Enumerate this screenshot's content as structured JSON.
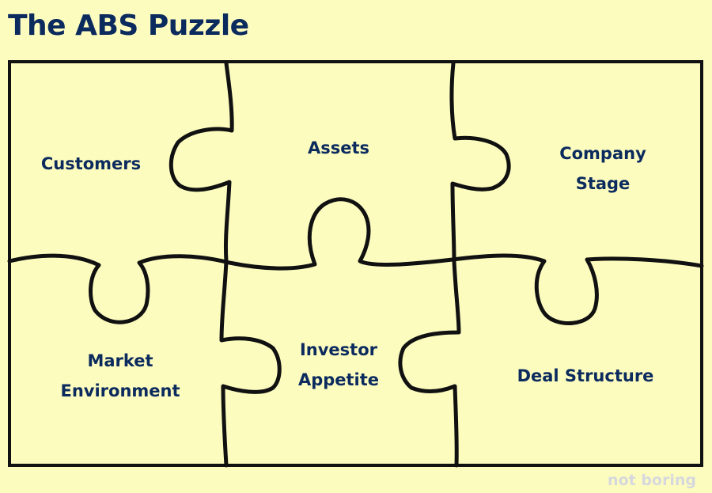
{
  "title": "The ABS Puzzle",
  "pieces": {
    "customers": {
      "lines": [
        "Customers"
      ]
    },
    "assets": {
      "lines": [
        "Assets"
      ]
    },
    "company_stage": {
      "lines": [
        "Company",
        "Stage"
      ]
    },
    "market_environment": {
      "lines": [
        "Market",
        "Environment"
      ]
    },
    "investor_appetite": {
      "lines": [
        "Investor",
        "Appetite"
      ]
    },
    "deal_structure": {
      "lines": [
        "Deal Structure"
      ]
    }
  },
  "watermark": "not boring",
  "colors": {
    "background": "#fdfcbf",
    "text": "#0b2a5e",
    "outline": "#111111",
    "watermark": "#d6d8de"
  }
}
